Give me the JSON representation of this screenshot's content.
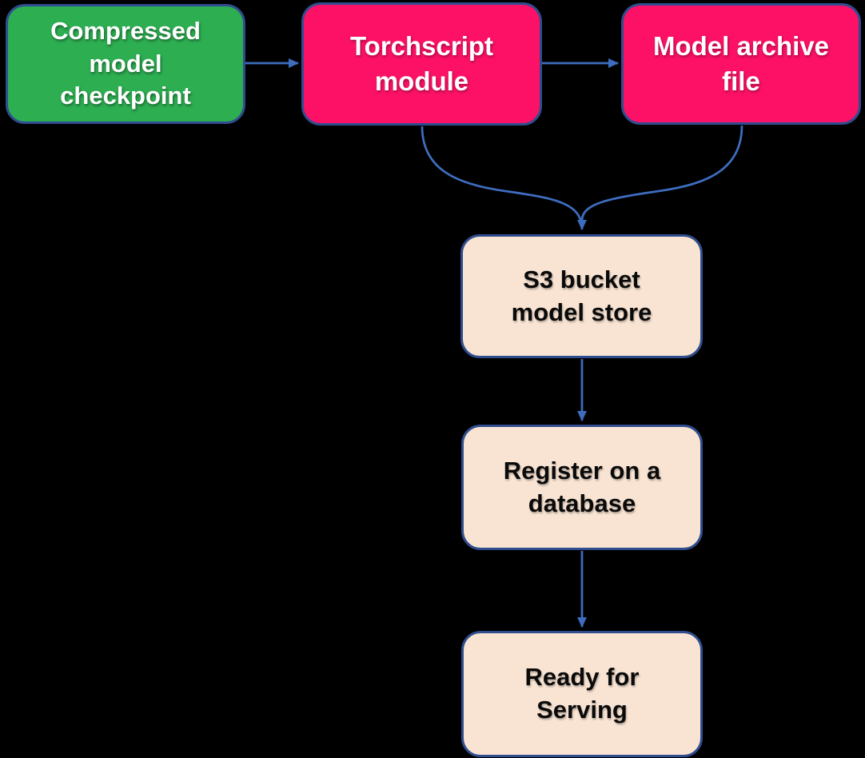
{
  "diagram": {
    "title": "Model serving pipeline flowchart",
    "background_color": "#000000",
    "nodes": [
      {
        "id": "compressed-model-checkpoint",
        "label": "Compressed\nmodel\ncheckpoint",
        "fill": "#2DAE51",
        "text_color": "#FFFFFF"
      },
      {
        "id": "torchscript-module",
        "label": "Torchscript\nmodule",
        "fill": "#FC1166",
        "text_color": "#FFFFFF"
      },
      {
        "id": "model-archive-file",
        "label": "Model archive\nfile",
        "fill": "#FC1166",
        "text_color": "#FFFFFF"
      },
      {
        "id": "s3-bucket-model-store",
        "label": "S3 bucket\nmodel store",
        "fill": "#F9E4D3",
        "text_color": "#0A0A0A"
      },
      {
        "id": "register-on-a-database",
        "label": "Register on a\ndatabase",
        "fill": "#F9E4D3",
        "text_color": "#0A0A0A"
      },
      {
        "id": "ready-for-serving",
        "label": "Ready for\nServing",
        "fill": "#F9E4D3",
        "text_color": "#0A0A0A"
      }
    ],
    "edges": [
      {
        "from": "compressed-model-checkpoint",
        "to": "torchscript-module",
        "style": "straight-arrow"
      },
      {
        "from": "torchscript-module",
        "to": "model-archive-file",
        "style": "straight-arrow"
      },
      {
        "from": "torchscript-module",
        "to": "s3-bucket-model-store",
        "style": "curved-arrow"
      },
      {
        "from": "model-archive-file",
        "to": "s3-bucket-model-store",
        "style": "curved-arrow"
      },
      {
        "from": "s3-bucket-model-store",
        "to": "register-on-a-database",
        "style": "straight-arrow"
      },
      {
        "from": "register-on-a-database",
        "to": "ready-for-serving",
        "style": "straight-arrow"
      }
    ],
    "colors": {
      "node_border": "#2F4D8E",
      "arrow": "#3E6CBE",
      "green_node": "#2DAE51",
      "pink_node": "#FC1166",
      "peach_node": "#F9E4D3"
    }
  }
}
